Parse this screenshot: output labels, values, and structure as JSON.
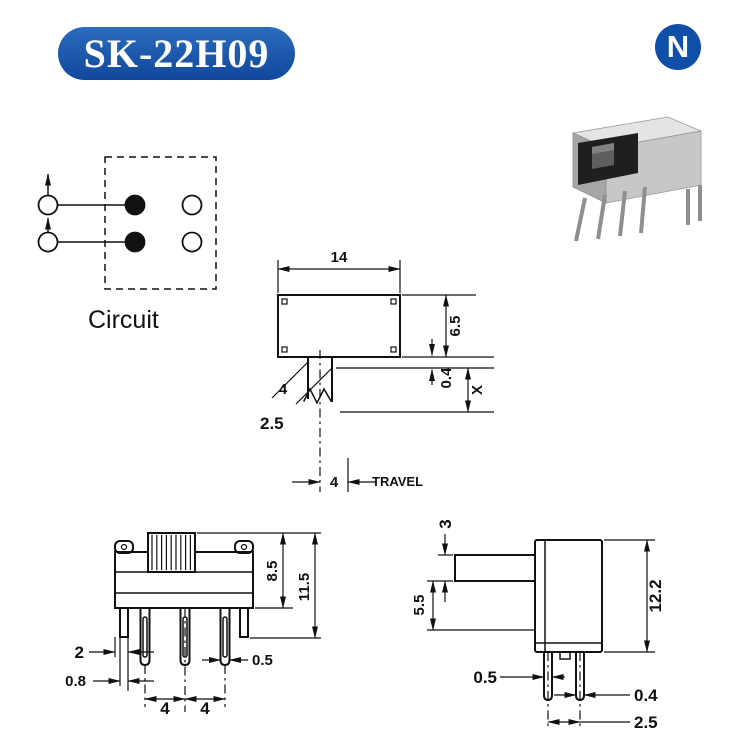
{
  "header": {
    "part_number": "SK-22H09",
    "logo_letter": "N"
  },
  "colors": {
    "brand_blue": "#11479a",
    "line_color": "#111111"
  },
  "circuit": {
    "label": "Circuit"
  },
  "top_view": {
    "body_width": "14",
    "body_depth": "6.5",
    "step_height": "0.4",
    "actuator_height": "X",
    "actuator_width": "4",
    "actuator_thickness": "2.5",
    "travel_value": "4",
    "travel_label": "TRAVEL"
  },
  "front_view": {
    "knob_height": "8.5",
    "overall_height": "11.5",
    "leg_width": "2",
    "leg_thickness": "0.8",
    "pin_width": "0.5",
    "pin_pitch_1": "4",
    "pin_pitch_2": "4"
  },
  "side_view": {
    "actuator_depth": "3",
    "actuator_offset": "5.5",
    "overall_height": "12.2",
    "pin_width_front": "0.5",
    "pin_width_rear": "0.4",
    "row_pitch": "2.5"
  }
}
